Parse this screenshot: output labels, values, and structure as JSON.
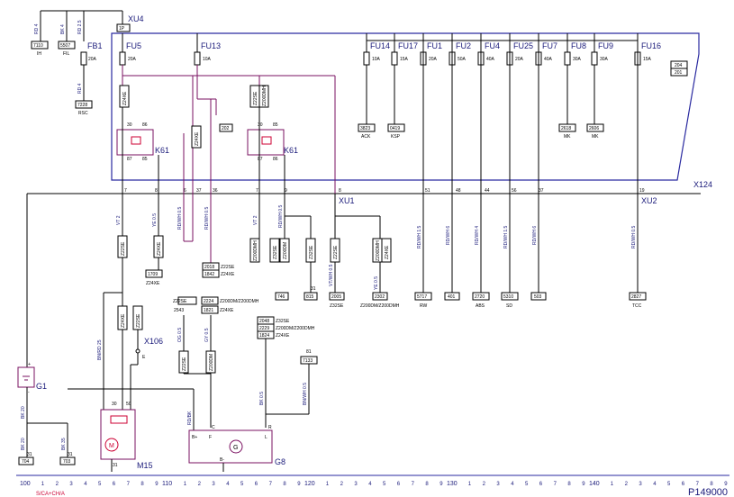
{
  "diagram": {
    "code": "P149000",
    "connectors": {
      "xu4": "XU4",
      "xu4_pin": "1P",
      "xu1": "XU1",
      "xu2": "XU2",
      "x124": "X124",
      "x106": "X106",
      "x106_pin": "E"
    },
    "components": {
      "g1": "G1",
      "g1_plus": "+",
      "g1_minus": "-",
      "m15": "M15",
      "m15_m": "M",
      "g8": "G8",
      "g8_g": "G",
      "g8_bplus": "B+",
      "g8_f": "F",
      "g8_l": "L",
      "g8_bminus": "B-",
      "g8_c": "C",
      "g8_r": "R",
      "k61_left": "K61",
      "k61_right": "K61",
      "fb1": "FB1"
    },
    "fuses": [
      {
        "name": "FU5",
        "rating": "20A"
      },
      {
        "name": "FU13",
        "rating": "10A"
      },
      {
        "name": "FU14",
        "rating": "10A"
      },
      {
        "name": "FU17",
        "rating": "15A"
      },
      {
        "name": "FU1",
        "rating": "20A"
      },
      {
        "name": "FU2",
        "rating": "50A"
      },
      {
        "name": "FU4",
        "rating": "40A"
      },
      {
        "name": "FU25",
        "rating": "20A"
      },
      {
        "name": "FU7",
        "rating": "40A"
      },
      {
        "name": "FU8",
        "rating": "30A"
      },
      {
        "name": "FU9",
        "rating": "30A"
      },
      {
        "name": "FU16",
        "rating": "15A"
      }
    ],
    "fb1_rating": "20A",
    "top_wires": {
      "w1": "RD 4",
      "w2": "BK 4",
      "w3": "RD 2.5",
      "w4": "RD 4"
    },
    "top_refs": [
      {
        "num": "7110",
        "label": "IH"
      },
      {
        "num": "5507",
        "label": "FIL"
      },
      {
        "num": "7228",
        "label": "RSC"
      }
    ],
    "fuse_refs": [
      {
        "num": "3823",
        "label": "ACK"
      },
      {
        "num": "0419",
        "label": "KSP"
      },
      {
        "num": "2618",
        "label": "MK"
      },
      {
        "num": "2606",
        "label": "MK"
      },
      {
        "num": "204",
        "label": "201"
      }
    ],
    "relay_pins": {
      "p30": "30",
      "p85": "85",
      "p86": "86",
      "p87": "87"
    },
    "relay_boxes": {
      "z24xe": "Z24XE",
      "z22se": "Z22SE",
      "z200dmh": "Z200DMH"
    },
    "ref_202": "202",
    "bus_pins": [
      "7",
      "8",
      "6",
      "37",
      "36",
      "7",
      "9",
      "8",
      "51",
      "48",
      "44",
      "56",
      "37",
      "19"
    ],
    "drop_wires": {
      "vt2a": "VT  2",
      "ye05": "YE  0.5",
      "rdwh05a": "RD/WH  0.5",
      "rdwh05b": "RD/WH  0.5",
      "vt2b": "VT  2",
      "rdwh05c": "RD/WH  0.5",
      "vtwh05": "VT/WH  0.5",
      "ye05b": "YE  0.5",
      "rdwh15a": "RD/WH 1.5",
      "rdwh6a": "RD/WH  6",
      "rdwh4": "RD/WH  4",
      "rdwh15b": "RD/WH 1.5",
      "rdwh6b": "RD/WH  6",
      "rdwh05d": "RD/WH 0.5",
      "bnrd25": "BN/RD 25",
      "og05": "OG  0.5",
      "gy05": "GY  0.5",
      "bk05": "BK  0.5",
      "bnwh05": "BN/WH  0.5",
      "bk20a": "BK  20",
      "bk20b": "BK  20",
      "bk35": "BK  35",
      "rdbk": "RD/BK"
    },
    "bottom_refs": {
      "r1709": "1709",
      "z24xe_a": "Z24XE",
      "r2018": "2018",
      "r1842": "1842",
      "z22se_a": "Z22SE",
      "z24xe_b": "Z24XE",
      "r746": "746",
      "r815": "815",
      "r2005": "2005",
      "z32se_a": "Z32SE",
      "r2302": "2302",
      "z200dm_a": "Z200DM/Z200DMH",
      "r5717": "5717",
      "rw": "RW",
      "r401": "401",
      "r2720": "2720",
      "abs": "ABS",
      "r5310": "5310",
      "sd": "SD",
      "r503": "503",
      "r2827": "2827",
      "tcc": "TCC",
      "z22se_b": "Z22SE",
      "r2543": "2543",
      "r2224": "2224",
      "z200dm_b": "Z200DM/Z200DMH",
      "r1821": "1821",
      "z24xe_c": "Z24XE",
      "r2048": "2048",
      "z32se_b": "Z32SE",
      "r2229": "2229",
      "z200dm_c": "Z200DM/Z200DMH",
      "r1824": "1824",
      "z24xe_d": "Z24XE",
      "r81": "81",
      "r7133": "7133",
      "r31a": "31",
      "r31b": "31",
      "r31c": "31",
      "r704": "704",
      "r703": "703",
      "r31d": "31"
    },
    "inline_boxes": {
      "z24xe_c1": "Z24XE",
      "z24xe_c2": "Z24XE",
      "z24xe_c3": "Z24XE",
      "z22se_c1": "Z22SE",
      "z22se_c2": "Z22SE",
      "z32se_c1": "Z32SE",
      "z32se_c2": "Z32SE",
      "z200dm_c1": "Z200DM",
      "z200dm_c2": "Z200DMH",
      "z200dm_c3": "Z200DMH"
    },
    "m15_pins": {
      "p30": "30",
      "p50": "50",
      "p31": "31"
    },
    "ruler": {
      "majors": [
        "100",
        "110",
        "120",
        "130",
        "140"
      ],
      "minors": [
        "1",
        "2",
        "3",
        "4",
        "5",
        "6",
        "7",
        "8",
        "9"
      ]
    },
    "bottom_tag": "S/CA+CH/A"
  }
}
